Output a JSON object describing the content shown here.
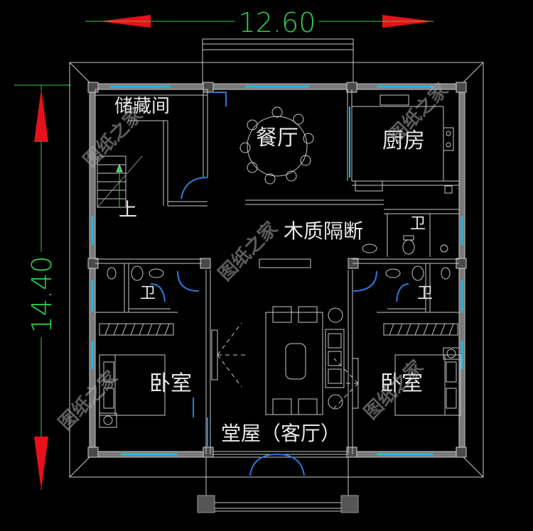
{
  "dimensions": {
    "width_label": "12.60",
    "height_label": "14.40"
  },
  "rooms": {
    "storage": "储藏间",
    "dining": "餐厅",
    "kitchen": "厨房",
    "stair_up": "上",
    "partition": "木质隔断",
    "bath_right_top": "卫",
    "bath_left": "卫",
    "bath_right": "卫",
    "bedroom_left": "卧室",
    "bedroom_right": "卧室",
    "living": "堂屋（客厅）"
  },
  "watermark": "图纸之家",
  "colors": {
    "background": "#000000",
    "wall": "#7a7a7a",
    "line": "#c8c8c8",
    "cyan": "#22b8e8",
    "dimension": "#2ad04a",
    "arrow": "#e8101a",
    "label": "#e8e8e8"
  }
}
